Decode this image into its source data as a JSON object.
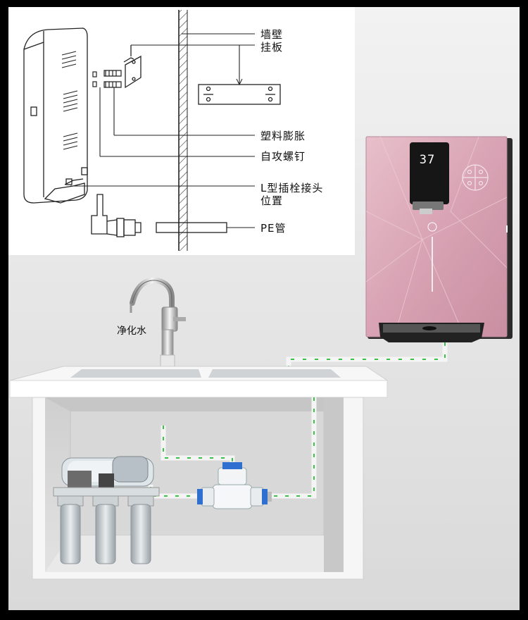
{
  "diagram": {
    "labels": {
      "wall": "墙壁",
      "hanging_plate": "挂板",
      "plastic_expansion": "塑料膨胀",
      "tapping_screw": "自攻螺钉",
      "l_connector_line1": "L型插栓接头",
      "l_connector_line2": "位置",
      "pe_pipe": "PE管"
    },
    "purified_water_label": "净化水",
    "dispenser_display": "37"
  },
  "colors": {
    "pipe_green": "#3cc24a",
    "dispenser_pink": "#d9a6b6",
    "background": "#000000"
  }
}
